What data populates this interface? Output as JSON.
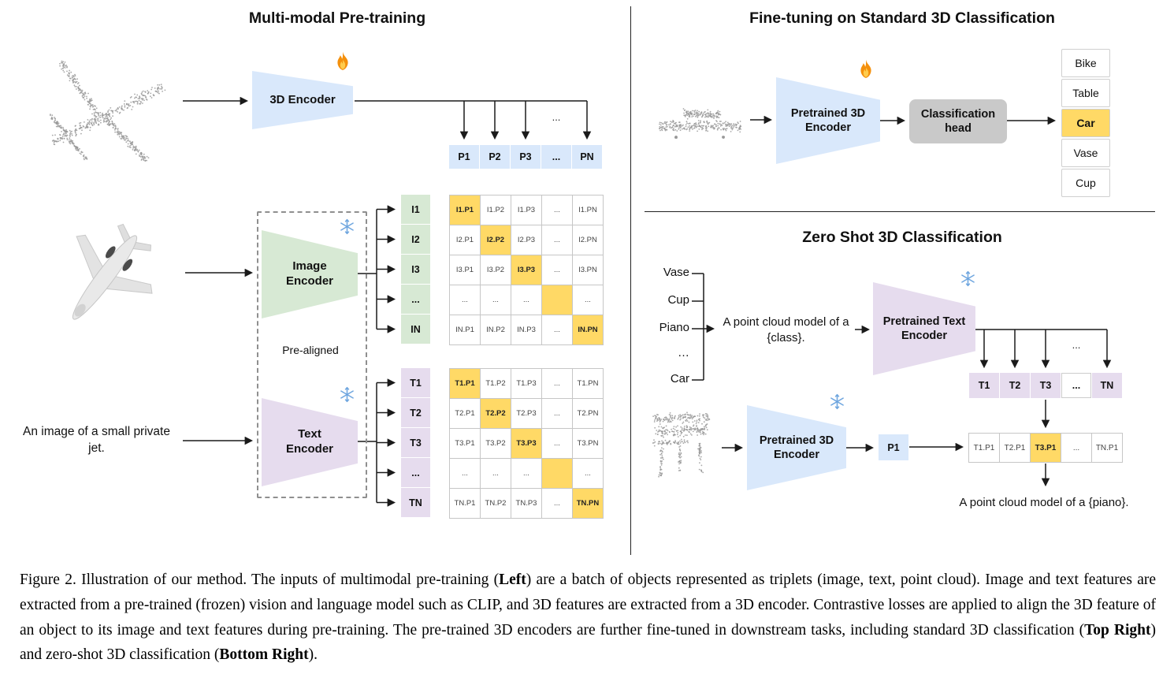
{
  "figure": {
    "left": {
      "title": "Multi-modal Pre-training",
      "encoder_3d_label": "3D Encoder",
      "image_encoder_label": "Image Encoder",
      "text_encoder_label": "Text Encoder",
      "prealigned_label": "Pre-aligned",
      "text_input": "An image of a small private jet.",
      "ellipsis": "...",
      "p_row": [
        "P1",
        "P2",
        "P3",
        "...",
        "PN"
      ],
      "i_col": [
        "I1",
        "I2",
        "I3",
        "...",
        "IN"
      ],
      "t_col": [
        "T1",
        "T2",
        "T3",
        "...",
        "TN"
      ],
      "ip_matrix": [
        [
          "I1.P1",
          "I1.P2",
          "I1.P3",
          "...",
          "I1.PN"
        ],
        [
          "I2.P1",
          "I2.P2",
          "I2.P3",
          "...",
          "I2.PN"
        ],
        [
          "I3.P1",
          "I3.P2",
          "I3.P3",
          "...",
          "I3.PN"
        ],
        [
          "...",
          "...",
          "...",
          "",
          "..."
        ],
        [
          "IN.P1",
          "IN.P2",
          "IN.P3",
          "...",
          "IN.PN"
        ]
      ],
      "tp_matrix": [
        [
          "T1.P1",
          "T1.P2",
          "T1.P3",
          "...",
          "T1.PN"
        ],
        [
          "T2.P1",
          "T2.P2",
          "T2.P3",
          "...",
          "T2.PN"
        ],
        [
          "T3.P1",
          "T3.P2",
          "T3.P3",
          "...",
          "T3.PN"
        ],
        [
          "...",
          "...",
          "...",
          "",
          "..."
        ],
        [
          "TN.P1",
          "TN.P2",
          "TN.P3",
          "...",
          "TN.PN"
        ]
      ]
    },
    "top_right": {
      "title": "Fine-tuning on Standard 3D Classification",
      "encoder_label": "Pretrained 3D Encoder",
      "classification_head_label": "Classification head",
      "classes": [
        {
          "label": "Bike",
          "highlight": false
        },
        {
          "label": "Table",
          "highlight": false
        },
        {
          "label": "Car",
          "highlight": true
        },
        {
          "label": "Vase",
          "highlight": false
        },
        {
          "label": "Cup",
          "highlight": false
        }
      ]
    },
    "bottom_right": {
      "title": "Zero Shot 3D Classification",
      "class_words": [
        "Vase",
        "Cup",
        "Piano",
        "…",
        "Car"
      ],
      "prompt_text": "A point cloud model of a {class}.",
      "text_encoder_label": "Pretrained Text Encoder",
      "encoder_3d_label": "Pretrained 3D Encoder",
      "t_row": [
        {
          "label": "T1",
          "filled": true
        },
        {
          "label": "T2",
          "filled": true
        },
        {
          "label": "T3",
          "filled": true
        },
        {
          "label": "...",
          "filled": false
        },
        {
          "label": "TN",
          "filled": true
        }
      ],
      "p1_label": "P1",
      "similarity_row": [
        {
          "label": "T1.P1",
          "highlight": false
        },
        {
          "label": "T2.P1",
          "highlight": false
        },
        {
          "label": "T3.P1",
          "highlight": true
        },
        {
          "label": "...",
          "highlight": false
        },
        {
          "label": "TN.P1",
          "highlight": false
        }
      ],
      "result_text": "A point cloud model of a {piano}.",
      "ellipsis": "..."
    },
    "icons": {
      "trainable": "fire-icon",
      "frozen": "snowflake-icon"
    },
    "colors": {
      "highlight": "#ffd966",
      "pointcloud_blue": "#d9e8fb",
      "image_green": "#d7e9d4",
      "text_purple": "#e6dcee",
      "head_gray": "#c9c9c9"
    },
    "caption": {
      "segments": [
        {
          "text": "Figure 2. Illustration of our method. The inputs of multimodal pre-training (",
          "bold": false
        },
        {
          "text": "Left",
          "bold": true
        },
        {
          "text": ") are a batch of objects represented as triplets (image, text, point cloud). Image and text features are extracted from a pre-trained (frozen) vision and language model such as CLIP, and 3D features are extracted from a 3D encoder. Contrastive losses are applied to align the 3D feature of an object to its image and text features during pre-training. The pre-trained 3D encoders are further fine-tuned in downstream tasks, including standard 3D classification (",
          "bold": false
        },
        {
          "text": "Top Right",
          "bold": true
        },
        {
          "text": ") and zero-shot 3D classification (",
          "bold": false
        },
        {
          "text": "Bottom Right",
          "bold": true
        },
        {
          "text": ").",
          "bold": false
        }
      ]
    }
  }
}
